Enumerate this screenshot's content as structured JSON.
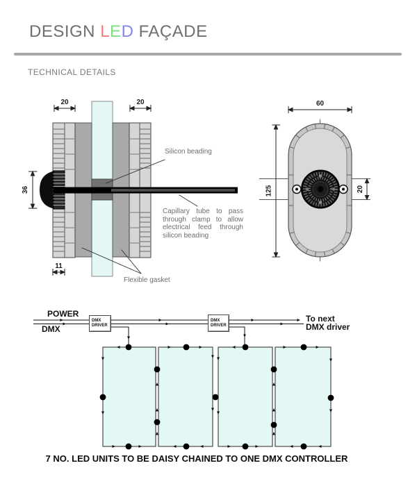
{
  "header": {
    "title_prefix": "DESIGN ",
    "title_led_l": "L",
    "title_led_e": "E",
    "title_led_d": "D",
    "title_suffix": " FAÇADE",
    "subtitle": "TECHNICAL DETAILS"
  },
  "cross_section": {
    "dim_top_left": "20",
    "dim_top_right": "20",
    "dim_knob_height": "36",
    "dim_knob_width": "11",
    "label_silicon_beading": "Silicon beading",
    "label_capillary": "Capillary tube to pass through clamp to allow electrical feed through silicon beading",
    "label_flexible_gasket": "Flexible gasket"
  },
  "front_view": {
    "dim_width": "60",
    "dim_height": "125",
    "dim_centre": "20"
  },
  "schematic": {
    "power_label": "POWER",
    "dmx_label": "DMX",
    "driver1_line1": "DMX",
    "driver1_line2": "DRIVER",
    "driver2_line1": "DMX",
    "driver2_line2": "DRIVER",
    "to_next_line1": "To next",
    "to_next_line2": "DMX driver",
    "caption": "7 NO. LED UNITS TO BE DAISY CHAINED TO ONE DMX CONTROLLER"
  },
  "colors": {
    "led_red": "#f07c7c",
    "led_green": "#7fdd7f",
    "led_blue": "#8585ec",
    "title_gray": "#6f6f6f",
    "glass": "#e3f7f4",
    "clamp_light_gray": "#d6d6d6",
    "gasket_gray": "#a9a9a9",
    "silicon_beading_gray": "#737373",
    "line_dark": "#333333"
  }
}
